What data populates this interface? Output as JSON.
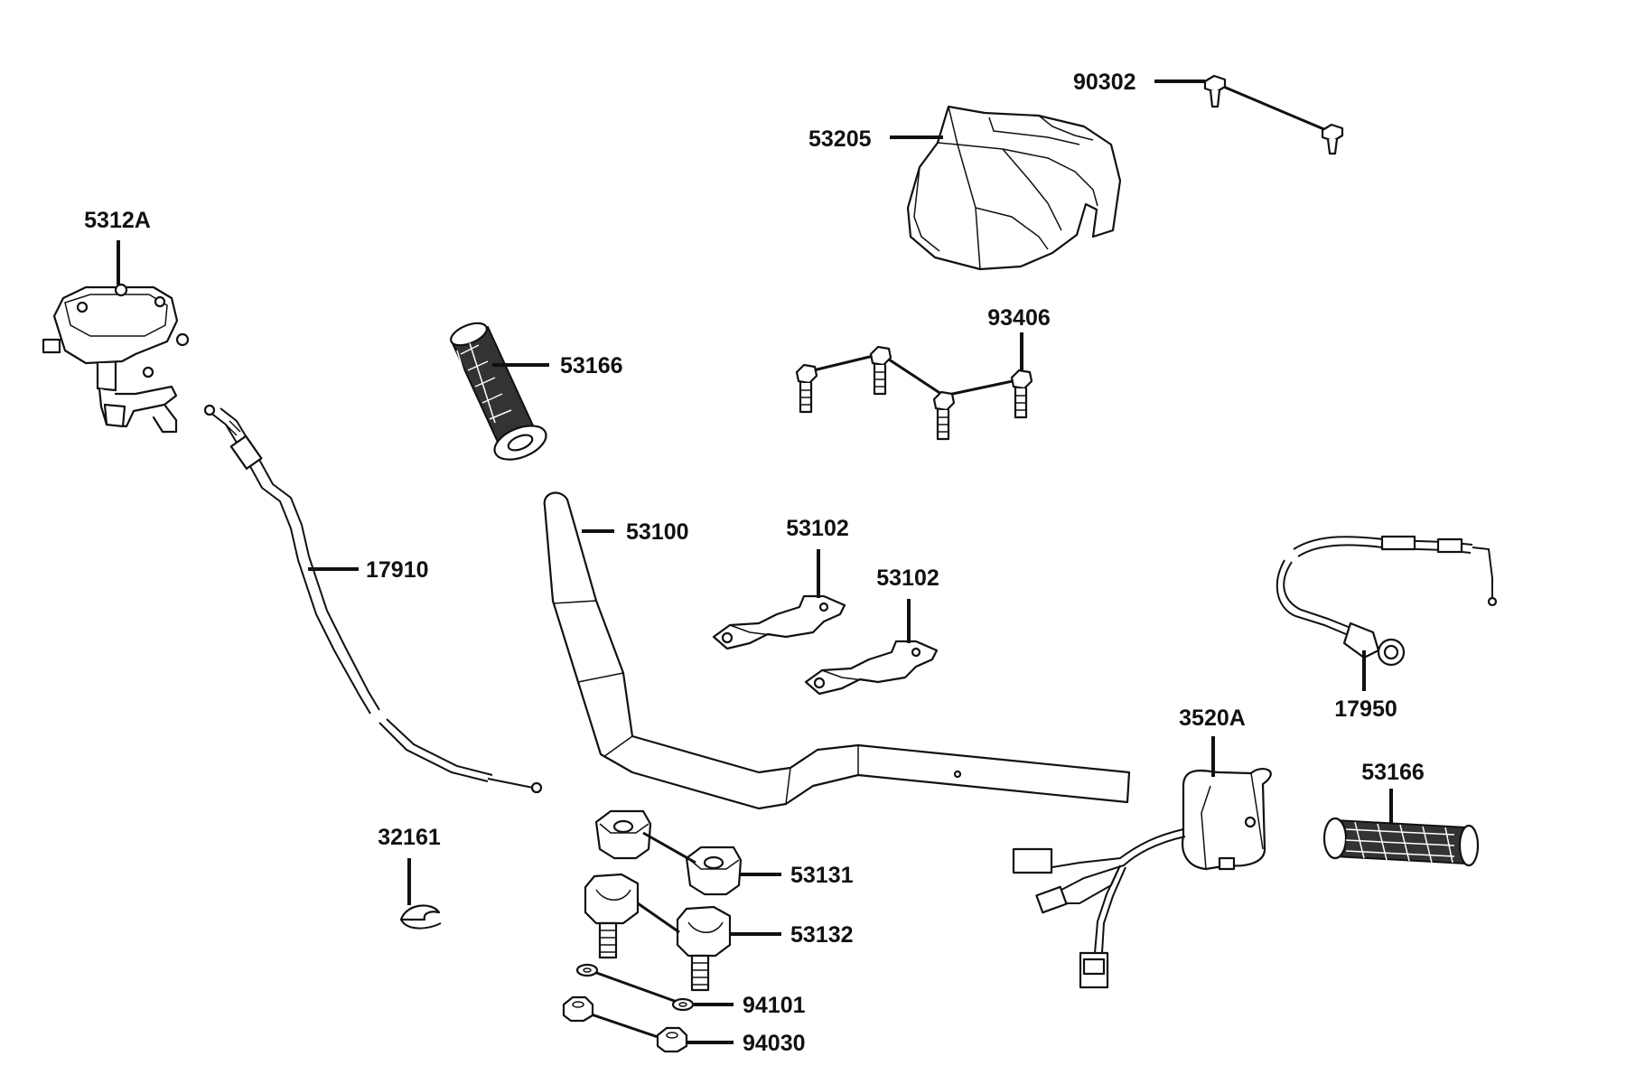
{
  "diagram": {
    "colors": {
      "ink": "#111111",
      "background": "#ffffff",
      "grip_fill": "#333333"
    },
    "parts": [
      {
        "id": "p5312A",
        "label": "5312A",
        "description_icon": "brake-master-cylinder-icon"
      },
      {
        "id": "p53166a",
        "label": "53166",
        "description_icon": "left-grip-icon"
      },
      {
        "id": "p53205",
        "label": "53205",
        "description_icon": "handlebar-cover-icon"
      },
      {
        "id": "p90302",
        "label": "90302",
        "description_icon": "screw-icon"
      },
      {
        "id": "p93406",
        "label": "93406",
        "description_icon": "bolt-set-icon"
      },
      {
        "id": "p17910",
        "label": "17910",
        "description_icon": "brake-cable-icon"
      },
      {
        "id": "p53100",
        "label": "53100",
        "description_icon": "handlebar-icon"
      },
      {
        "id": "p53102a",
        "label": "53102",
        "description_icon": "bracket-icon"
      },
      {
        "id": "p53102b",
        "label": "53102",
        "description_icon": "bracket-icon"
      },
      {
        "id": "p17950",
        "label": "17950",
        "description_icon": "throttle-cable-icon"
      },
      {
        "id": "p3520A",
        "label": "3520A",
        "description_icon": "switch-assembly-icon"
      },
      {
        "id": "p53166b",
        "label": "53166",
        "description_icon": "right-grip-icon"
      },
      {
        "id": "p32161",
        "label": "32161",
        "description_icon": "clip-icon"
      },
      {
        "id": "p53131",
        "label": "53131",
        "description_icon": "upper-clamp-icon"
      },
      {
        "id": "p53132",
        "label": "53132",
        "description_icon": "lower-clamp-icon"
      },
      {
        "id": "p94101",
        "label": "94101",
        "description_icon": "washer-icon"
      },
      {
        "id": "p94030",
        "label": "94030",
        "description_icon": "nut-icon"
      }
    ]
  }
}
